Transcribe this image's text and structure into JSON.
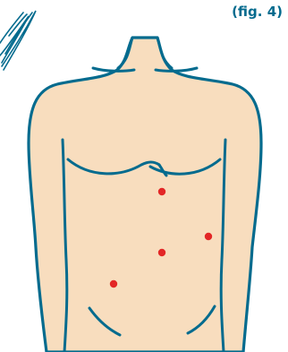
{
  "figure": {
    "label": "(fig. 4)"
  },
  "colors": {
    "skin": "#F8DDBE",
    "outline": "#046B8E",
    "marker": "#E32626",
    "label": "#046B8E"
  },
  "icons": {
    "corner_decoration": "pen-scribble-icon"
  },
  "markers": [
    {
      "name": "upper-abdomen-point"
    },
    {
      "name": "right-side-point"
    },
    {
      "name": "center-abdomen-point"
    },
    {
      "name": "lower-left-point"
    }
  ]
}
